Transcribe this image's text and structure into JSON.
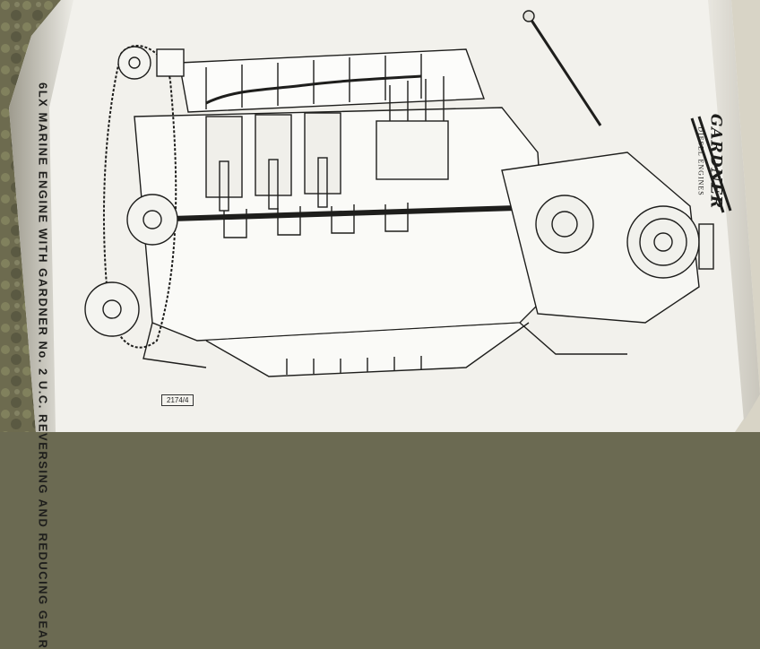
{
  "page": {
    "caption": "6LX MARINE ENGINE WITH GARDNER No. 2 U.C. REVERSING AND REDUCING GEAR",
    "brand_name": "GARDNER",
    "brand_subtitle": "DIESEL ENGINES",
    "drawing_number": "2174/4"
  },
  "image": {
    "illustration": "cutaway-engine-drawing"
  },
  "colors": {
    "paper": "#f2f1ec",
    "ink": "#1e1e1c",
    "background_fabric": "#6b6a52",
    "binding_shadow": "#b9b6aa"
  }
}
